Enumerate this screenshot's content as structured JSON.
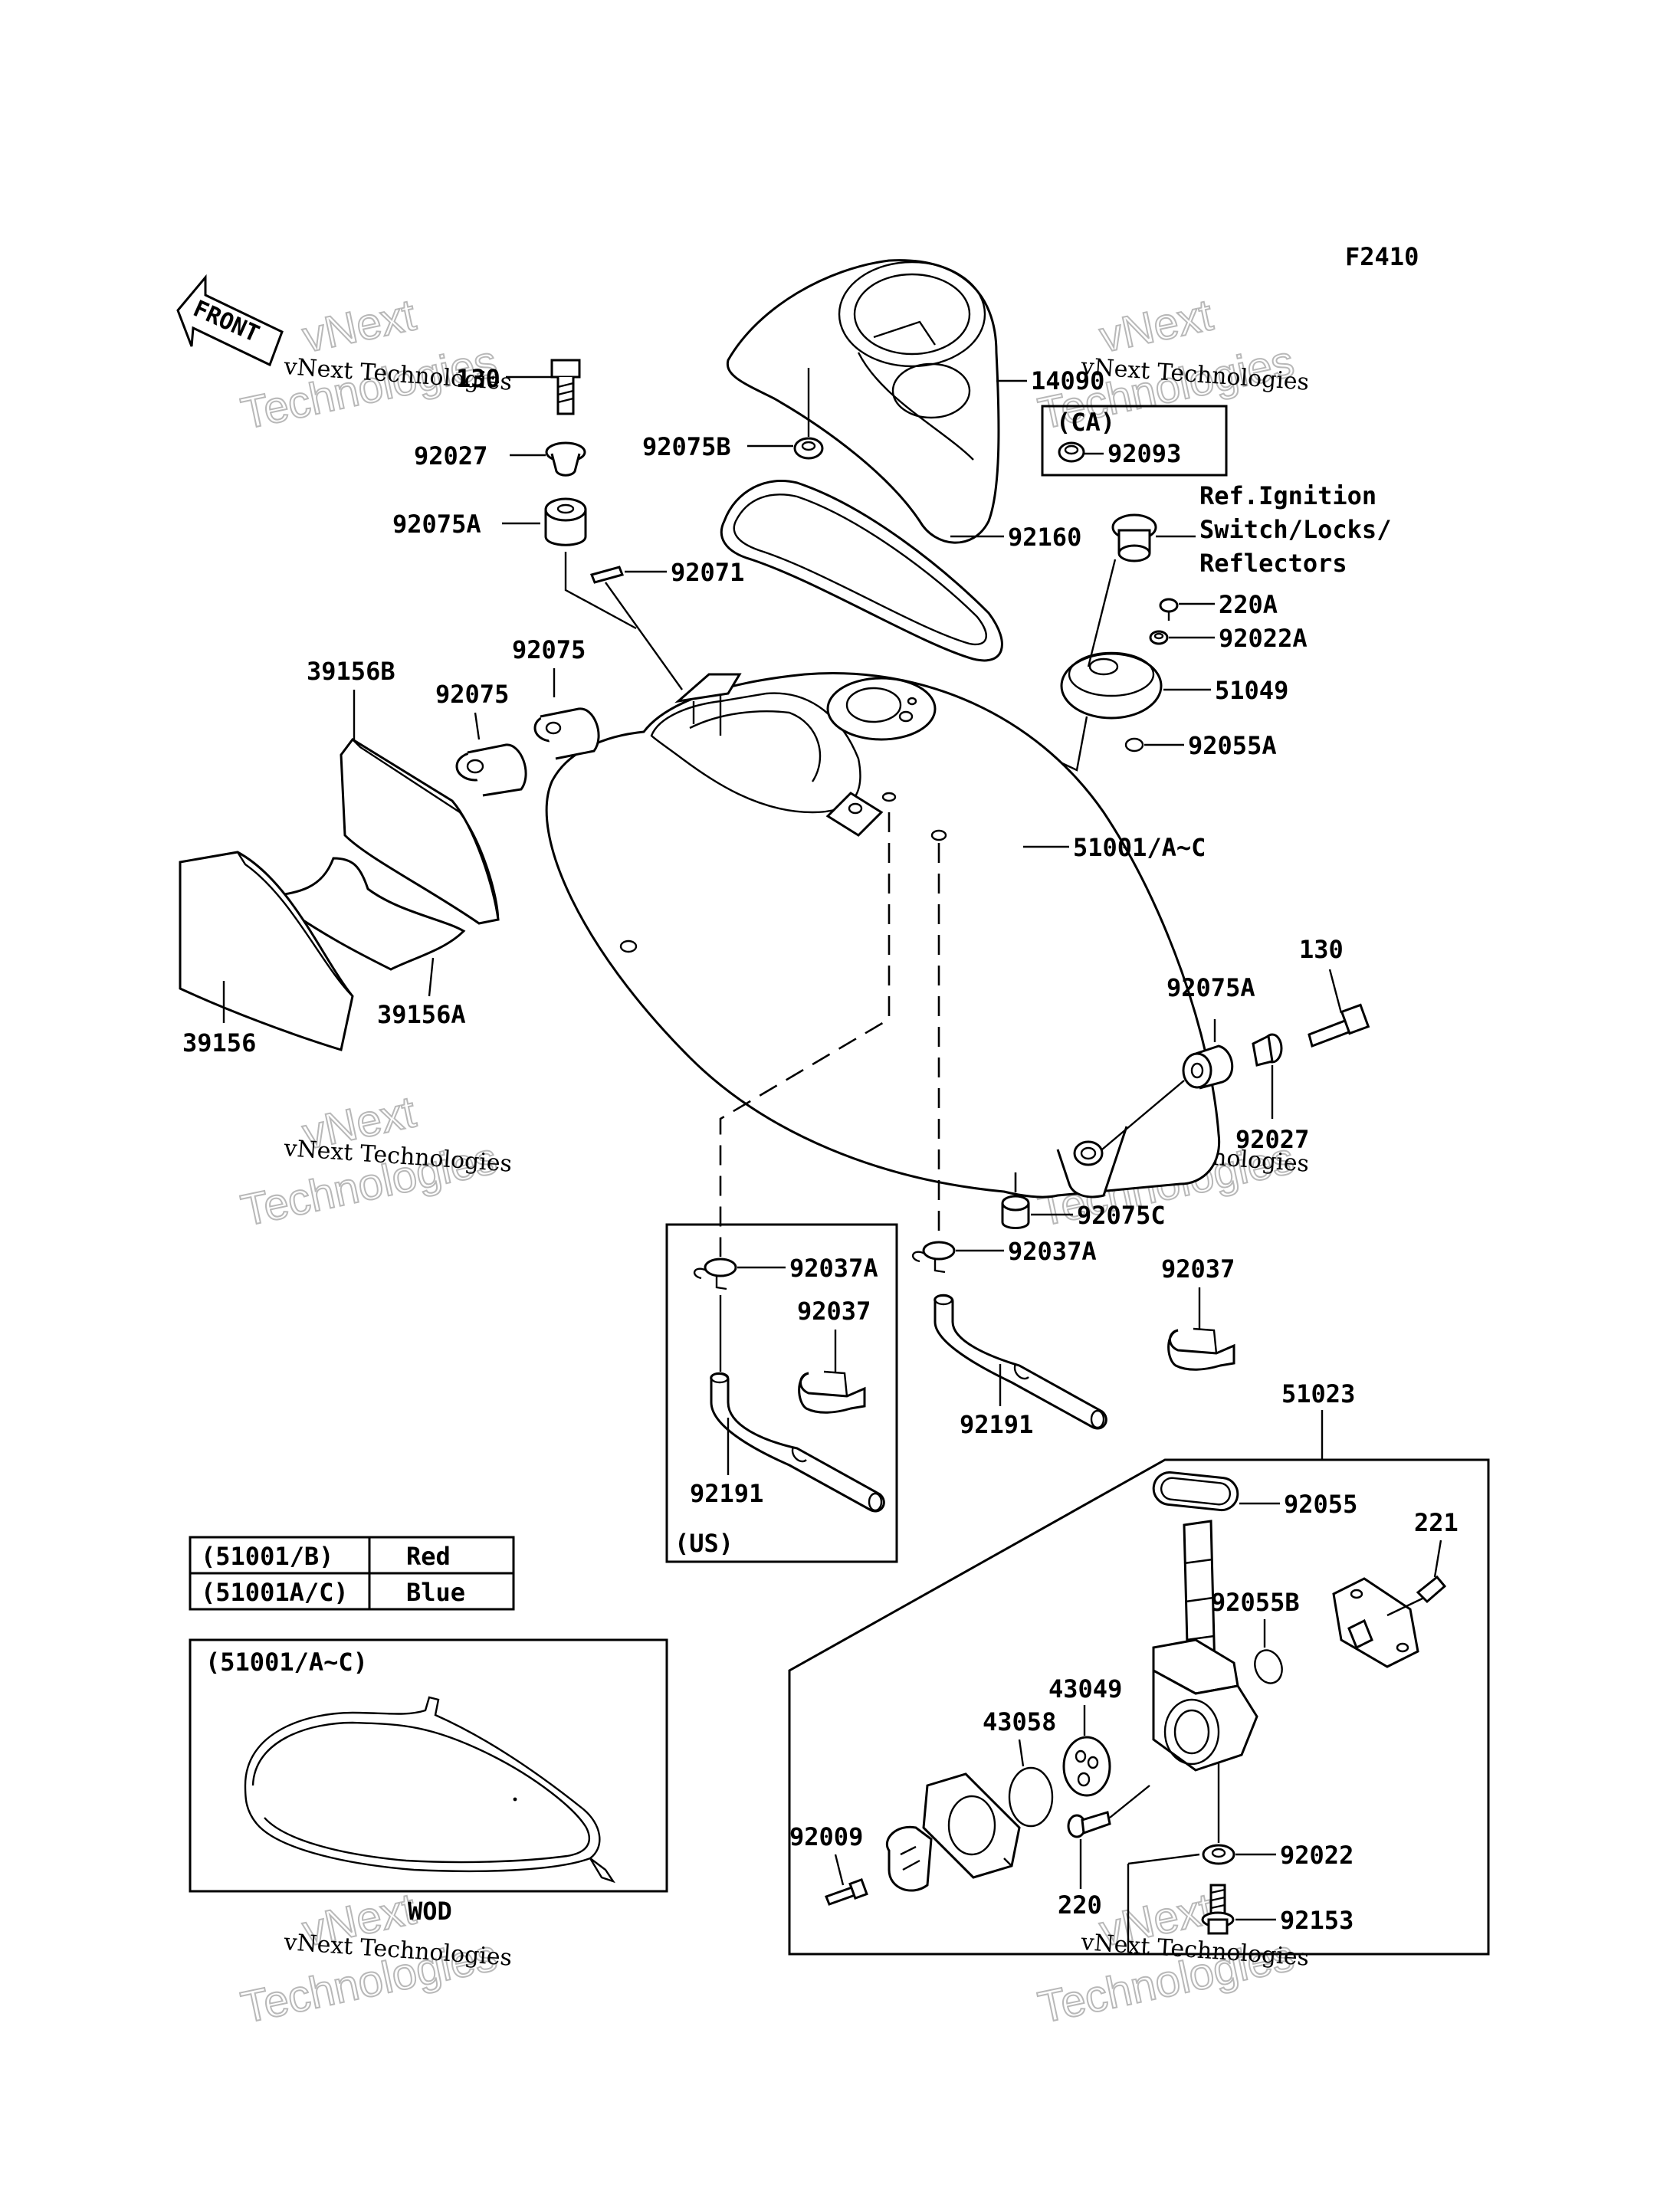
{
  "figure_code": "F2410",
  "front_label": "FRONT",
  "parts": {
    "p14090": "14090",
    "p92093": "92093",
    "p92075B": "92075B",
    "p130_top": "130",
    "p92027_top": "92027",
    "p92075A_top": "92075A",
    "p92071": "92071",
    "p92160": "92160",
    "p220A": "220A",
    "p92022A": "92022A",
    "p51049": "51049",
    "p92055A": "92055A",
    "p39156B": "39156B",
    "p92075_a": "92075",
    "p92075_b": "92075",
    "p51001": "51001/A~C",
    "p39156": "39156",
    "p39156A": "39156A",
    "p130_right": "130",
    "p92075A_right": "92075A",
    "p92027_right": "92027",
    "p92075C": "92075C",
    "p92037A_left": "92037A",
    "p92037A_right": "92037A",
    "p92037_left": "92037",
    "p92037_right": "92037",
    "p92191_left": "92191",
    "p92191_right": "92191",
    "p51023": "51023",
    "p92055": "92055",
    "p221": "221",
    "p92055B": "92055B",
    "p43049": "43049",
    "p43058": "43058",
    "p92009": "92009",
    "p92022": "92022",
    "p220": "220",
    "p92153": "92153"
  },
  "boxes": {
    "ca_label": "(CA)",
    "us_label": "(US)"
  },
  "ref_note": {
    "line1": "Ref.Ignition",
    "line2": "Switch/Locks/",
    "line3": "Reflectors"
  },
  "color_table": {
    "rows": [
      {
        "code": "(51001/B)",
        "color": "Red"
      },
      {
        "code": "(51001A/C)",
        "color": "Blue"
      }
    ]
  },
  "inset": {
    "title": "(51001/A~C)",
    "caption": "WOD"
  },
  "watermark": {
    "line1": "vNext Technologies",
    "line2": "vNext",
    "line3": "Technologies"
  }
}
